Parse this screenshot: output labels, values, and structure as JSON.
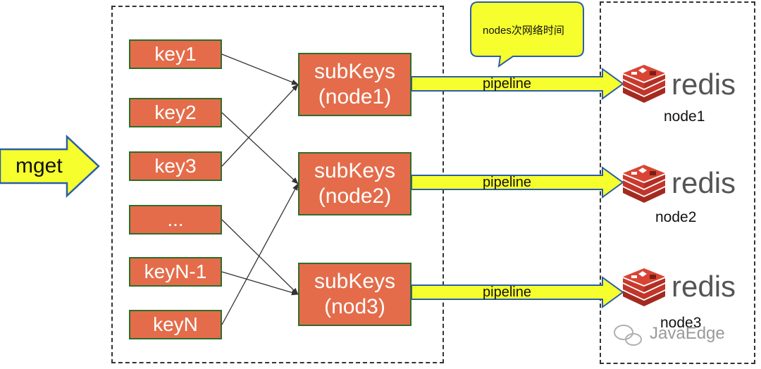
{
  "input_label": "mget",
  "keys": [
    "key1",
    "key2",
    "key3",
    "...",
    "keyN-1",
    "keyN"
  ],
  "subkeys": [
    {
      "label": "subKeys\n(node1)"
    },
    {
      "label": "subKeys\n(node2)"
    },
    {
      "label": "subKeys\n(nod3)"
    }
  ],
  "pipeline_label": "pipeline",
  "callout": "nodes次网络时间",
  "redis_word": "redis",
  "nodes": [
    "node1",
    "node2",
    "node3"
  ],
  "watermark": "JavaEdge",
  "colors": {
    "key_fill": "#e46c4a",
    "key_border": "#2c6e2c",
    "arrow_fill": "#f6ff2d",
    "arrow_border": "#2a5ea8",
    "redis_red": "#d33a2c",
    "callout_fill": "#f6ff2d",
    "callout_border": "#2a5ea8"
  },
  "edges": [
    {
      "from": 0,
      "to": 0
    },
    {
      "from": 1,
      "to": 1
    },
    {
      "from": 2,
      "to": 0
    },
    {
      "from": 3,
      "to": 2
    },
    {
      "from": 4,
      "to": 2
    },
    {
      "from": 5,
      "to": 1
    }
  ]
}
